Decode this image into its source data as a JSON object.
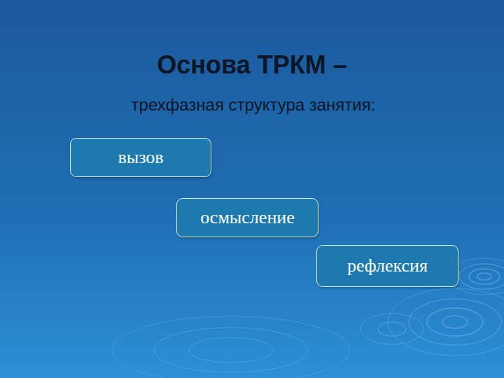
{
  "diagram": {
    "title": "Основа ТРКМ –",
    "nodes": [
      {
        "text": [
          "вызов"
        ]
      },
      {
        "text": [
          "осмысление"
        ]
      },
      {
        "text": [
          "рефлексия"
        ]
      }
    ],
    "labels": [
      "трехфазная структура занятия:"
    ]
  }
}
